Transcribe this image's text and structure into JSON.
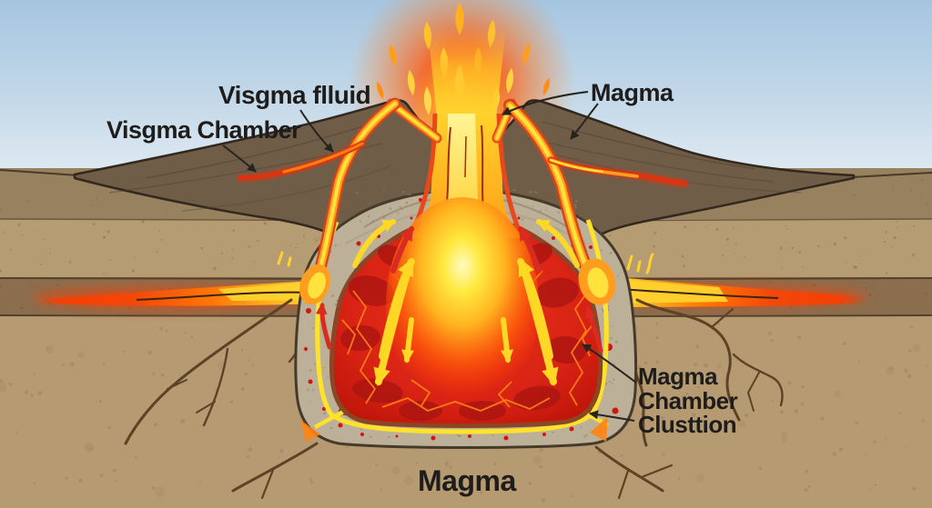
{
  "diagram": {
    "title": "Volcano cross-section diagram",
    "labels": {
      "fluid": "Visgma flluid",
      "chamber_left": "Visgma Chamber",
      "magma_top": "Magma",
      "right_block_line1": "Magma",
      "right_block_line2": "Chamber",
      "right_block_line3": "Clusttion",
      "magma_bottom": "Magma"
    },
    "colors": {
      "sky_top": "#a5c5e0",
      "sky_bottom": "#edf3f7",
      "rock_flank": "#705d48",
      "rock_band_upper": "#97815f",
      "rock_band_light": "#b69c72",
      "rock_band_dark": "#8a6e4e",
      "ground_base": "#b59a72",
      "chamber_shell": "#bcb099",
      "magma_red": "#d81f12",
      "lava_orange": "#ff9d1f",
      "lava_yellow": "#ffe23c",
      "glow_core": "#fff9a8",
      "label_text": "#1f1d1b",
      "arrow_red": "#d92b20",
      "arrow_yellow": "#ffe22a",
      "leader_line": "#26241f",
      "crack_brown": "#5d4326"
    }
  }
}
